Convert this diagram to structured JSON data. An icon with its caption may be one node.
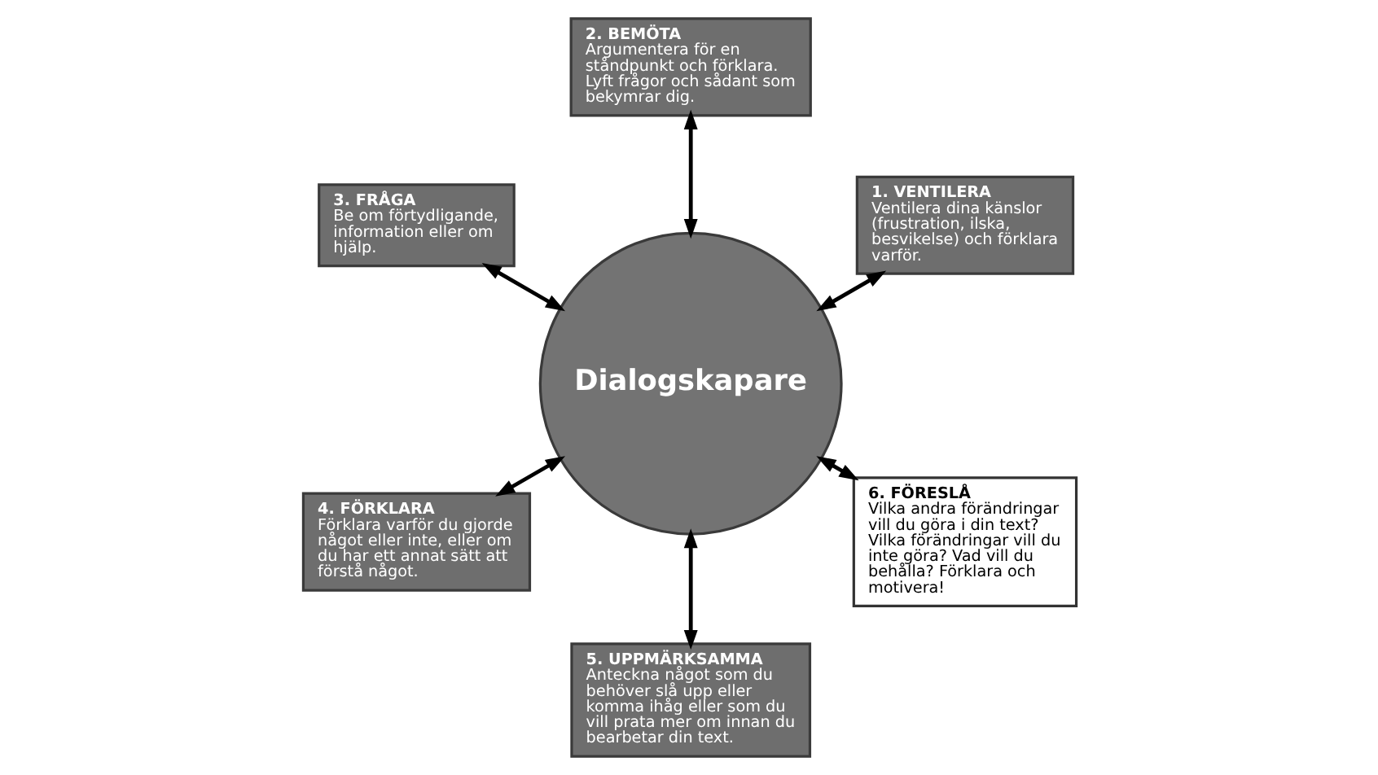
{
  "diagram": {
    "nodes": [
      {
        "text": [
          "1. VENTILERA",
          "Ventilera dina känslor (frustration, ilska, besvikelse) och förklara varför."
        ]
      },
      {
        "text": [
          "2. BEMÖTA",
          "Argumentera för en ståndpunkt och förklara. Lyft frågor och sådant som bekymrar dig."
        ]
      },
      {
        "text": [
          "3. FRÅGA",
          "Be om förtydligande, information eller om hjälp."
        ]
      },
      {
        "text": [
          "4. FÖRKLARA",
          "Förklara varför du gjorde något eller inte, eller om du har ett annat sätt att förstå något."
        ]
      },
      {
        "text": [
          "5. UPPMÄRKSAMMA",
          "Anteckna något som du behöver slå upp eller komma ihåg eller som du vill prata mer om innan du bearbetar din text."
        ]
      },
      {
        "text": [
          "6. FÖRESLÅ",
          "Vilka andra förändringar vill du göra i din text? Vilka förändringar vill du inte göra? Vad vill du behålla? Förklara och motivera!"
        ]
      },
      {
        "text": [
          "Dialogskapare"
        ]
      }
    ],
    "edges": [
      {
        "from": 6,
        "to": 0,
        "arrow": "both"
      },
      {
        "from": 6,
        "to": 1,
        "arrow": "both"
      },
      {
        "from": 6,
        "to": 2,
        "arrow": "both"
      },
      {
        "from": 6,
        "to": 3,
        "arrow": "both"
      },
      {
        "from": 6,
        "to": 4,
        "arrow": "both"
      },
      {
        "from": 6,
        "to": 5,
        "arrow": "both"
      }
    ]
  }
}
